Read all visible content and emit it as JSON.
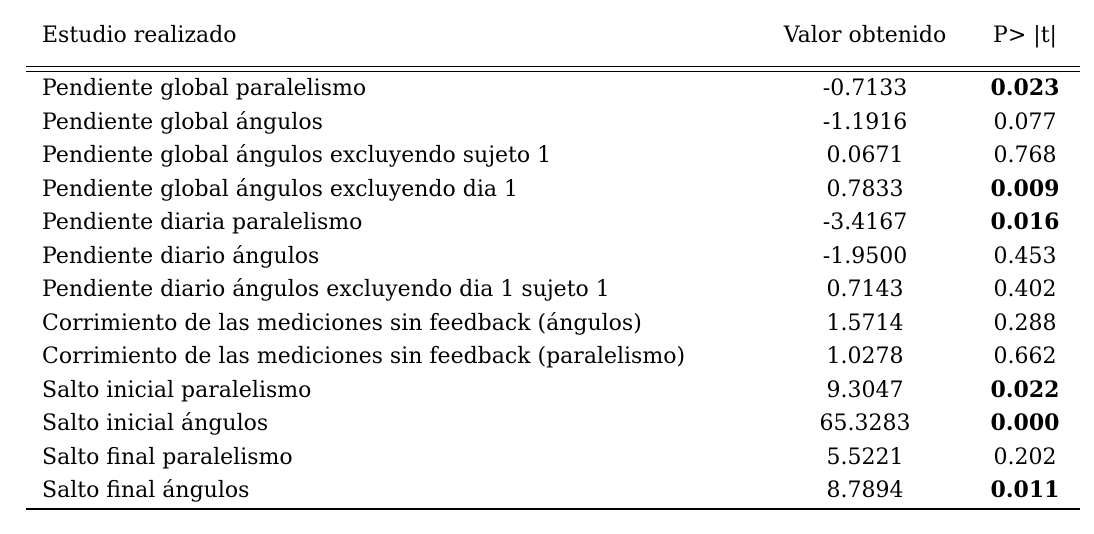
{
  "table": {
    "headers": {
      "study": "Estudio realizado",
      "value": "Valor obtenido",
      "p": "P> |t|"
    },
    "rows": [
      {
        "study": "Pendiente global paralelismo",
        "value": "-0.7133",
        "p": "0.023",
        "significant": true
      },
      {
        "study": "Pendiente global ángulos",
        "value": "-1.1916",
        "p": "0.077",
        "significant": false
      },
      {
        "study": "Pendiente global ángulos excluyendo sujeto 1",
        "value": "0.0671",
        "p": "0.768",
        "significant": false
      },
      {
        "study": "Pendiente global ángulos excluyendo dia 1",
        "value": "0.7833",
        "p": "0.009",
        "significant": true
      },
      {
        "study": "Pendiente diaria paralelismo",
        "value": "-3.4167",
        "p": "0.016",
        "significant": true
      },
      {
        "study": "Pendiente diario ángulos",
        "value": "-1.9500",
        "p": "0.453",
        "significant": false
      },
      {
        "study": "Pendiente diario ángulos excluyendo dia 1 sujeto 1",
        "value": "0.7143",
        "p": "0.402",
        "significant": false
      },
      {
        "study": "Corrimiento de las mediciones sin feedback (ángulos)",
        "value": "1.5714",
        "p": "0.288",
        "significant": false
      },
      {
        "study": "Corrimiento de las mediciones sin feedback (paralelismo)",
        "value": "1.0278",
        "p": "0.662",
        "significant": false
      },
      {
        "study": "Salto inicial paralelismo",
        "value": "9.3047",
        "p": "0.022",
        "significant": true
      },
      {
        "study": "Salto inicial ángulos",
        "value": "65.3283",
        "p": "0.000",
        "significant": true
      },
      {
        "study": "Salto final paralelismo",
        "value": "5.5221",
        "p": "0.202",
        "significant": false
      },
      {
        "study": "Salto final ángulos",
        "value": "8.7894",
        "p": "0.011",
        "significant": true
      }
    ]
  }
}
